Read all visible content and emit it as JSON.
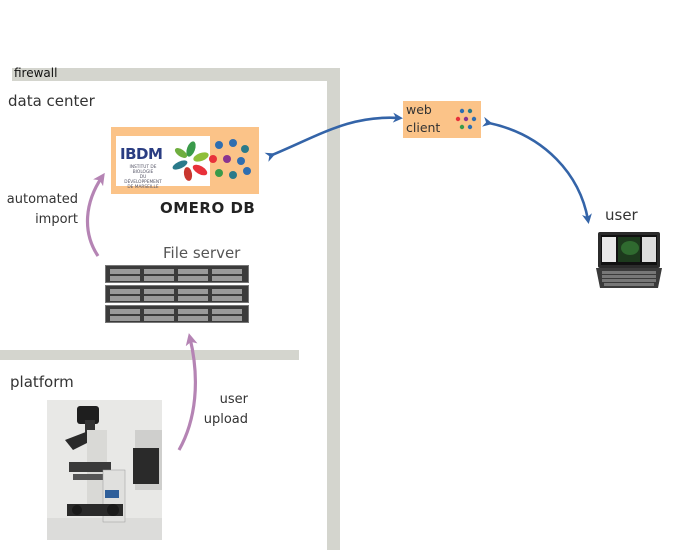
{
  "labels": {
    "firewall": "firewall",
    "data_center": "data center",
    "platform": "platform",
    "omero_db": "OMERO DB",
    "file_server": "File server",
    "automated_line1": "automated",
    "automated_line2": "import",
    "upload_line1": "user",
    "upload_line2": "upload",
    "web_line1": "web",
    "web_line2": "client",
    "user": "user"
  },
  "ibdm_logo": {
    "name": "IBDM",
    "subtitle_lines": [
      "INSTITUT DE BIOLOGIE",
      "DU DÉVELOPPEMENT",
      "DE MARSEILLE"
    ]
  },
  "colors": {
    "wall": "#d4d5ce",
    "box_fill": "#fbc388",
    "web_arrow": "#3464a8",
    "upload_arrow": "#b584b4",
    "ibdm_blue": "#2a3d82"
  },
  "omero_dots": [
    {
      "color": "#2f6eb0"
    },
    {
      "color": "#2f6eb0"
    },
    {
      "color": "#2a7a8a"
    },
    {
      "color": "#e8313a"
    },
    {
      "color": "#8a3590"
    },
    {
      "color": "#2f6eb0"
    },
    {
      "color": "#3a9a4a"
    },
    {
      "color": "#2a7a8a"
    },
    {
      "color": "#2f6eb0"
    }
  ]
}
